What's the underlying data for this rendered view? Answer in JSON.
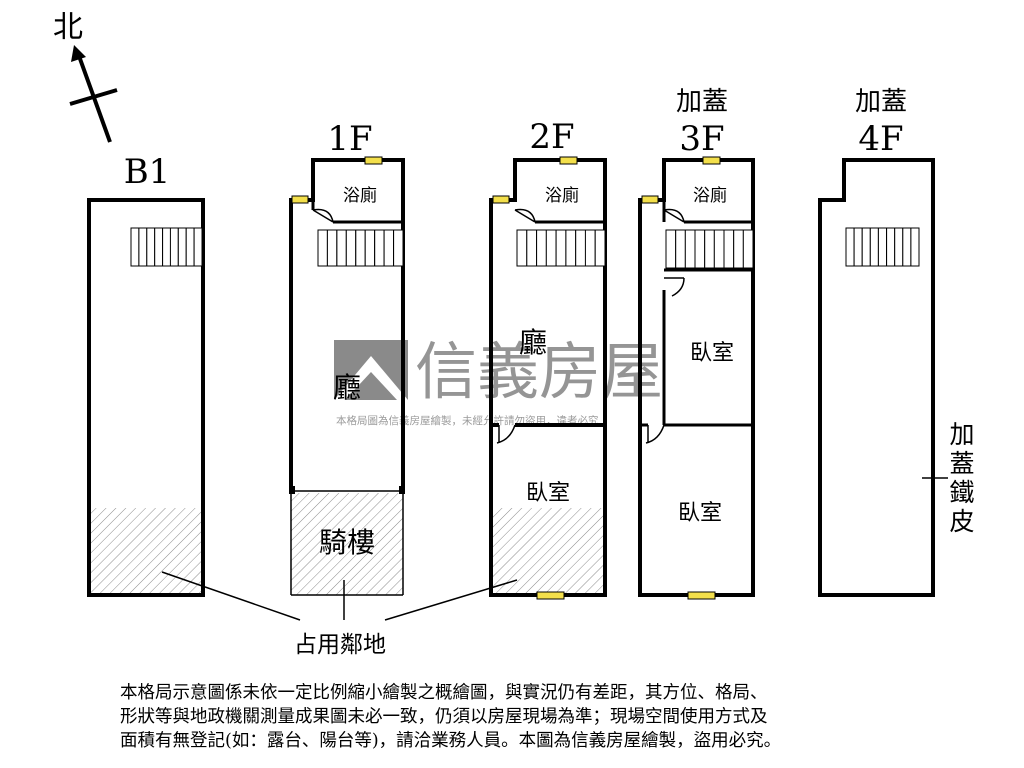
{
  "compass": {
    "label": "北"
  },
  "floors": [
    {
      "id": "b1",
      "label": "B1",
      "prefix": ""
    },
    {
      "id": "1f",
      "label": "1F",
      "prefix": ""
    },
    {
      "id": "2f",
      "label": "2F",
      "prefix": ""
    },
    {
      "id": "3f",
      "label": "3F",
      "prefix": "加蓋"
    },
    {
      "id": "4f",
      "label": "4F",
      "prefix": "加蓋"
    }
  ],
  "rooms": {
    "bath_1f": "浴廁",
    "bath_2f": "浴廁",
    "bath_3f": "浴廁",
    "hall_1f": "廳",
    "hall_2f": "廳",
    "arcade_1f": "騎樓",
    "bedroom_2f": "臥室",
    "bedroom_3f_upper": "臥室",
    "bedroom_3f_lower": "臥室"
  },
  "annotations": {
    "occupied_land": "占用鄰地",
    "iron_sheet": [
      "加",
      "蓋",
      "鐵",
      "皮"
    ]
  },
  "watermark": {
    "brand": "信義房屋",
    "notice": "本格局圖為信義房屋繪製，未經允許請勿盜用，違者必究"
  },
  "disclaimer": [
    "本格局示意圖係未依一定比例縮小繪製之概繪圖，與實況仍有差距，其方位、格局、",
    "形狀等與地政機關測量成果圖未必一致，仍須以房屋現場為準；現場空間使用方式及",
    "面積有無登記(如：露台、陽台等)，請洽業務人員。本圖為信義房屋繪製，盜用必究。"
  ]
}
